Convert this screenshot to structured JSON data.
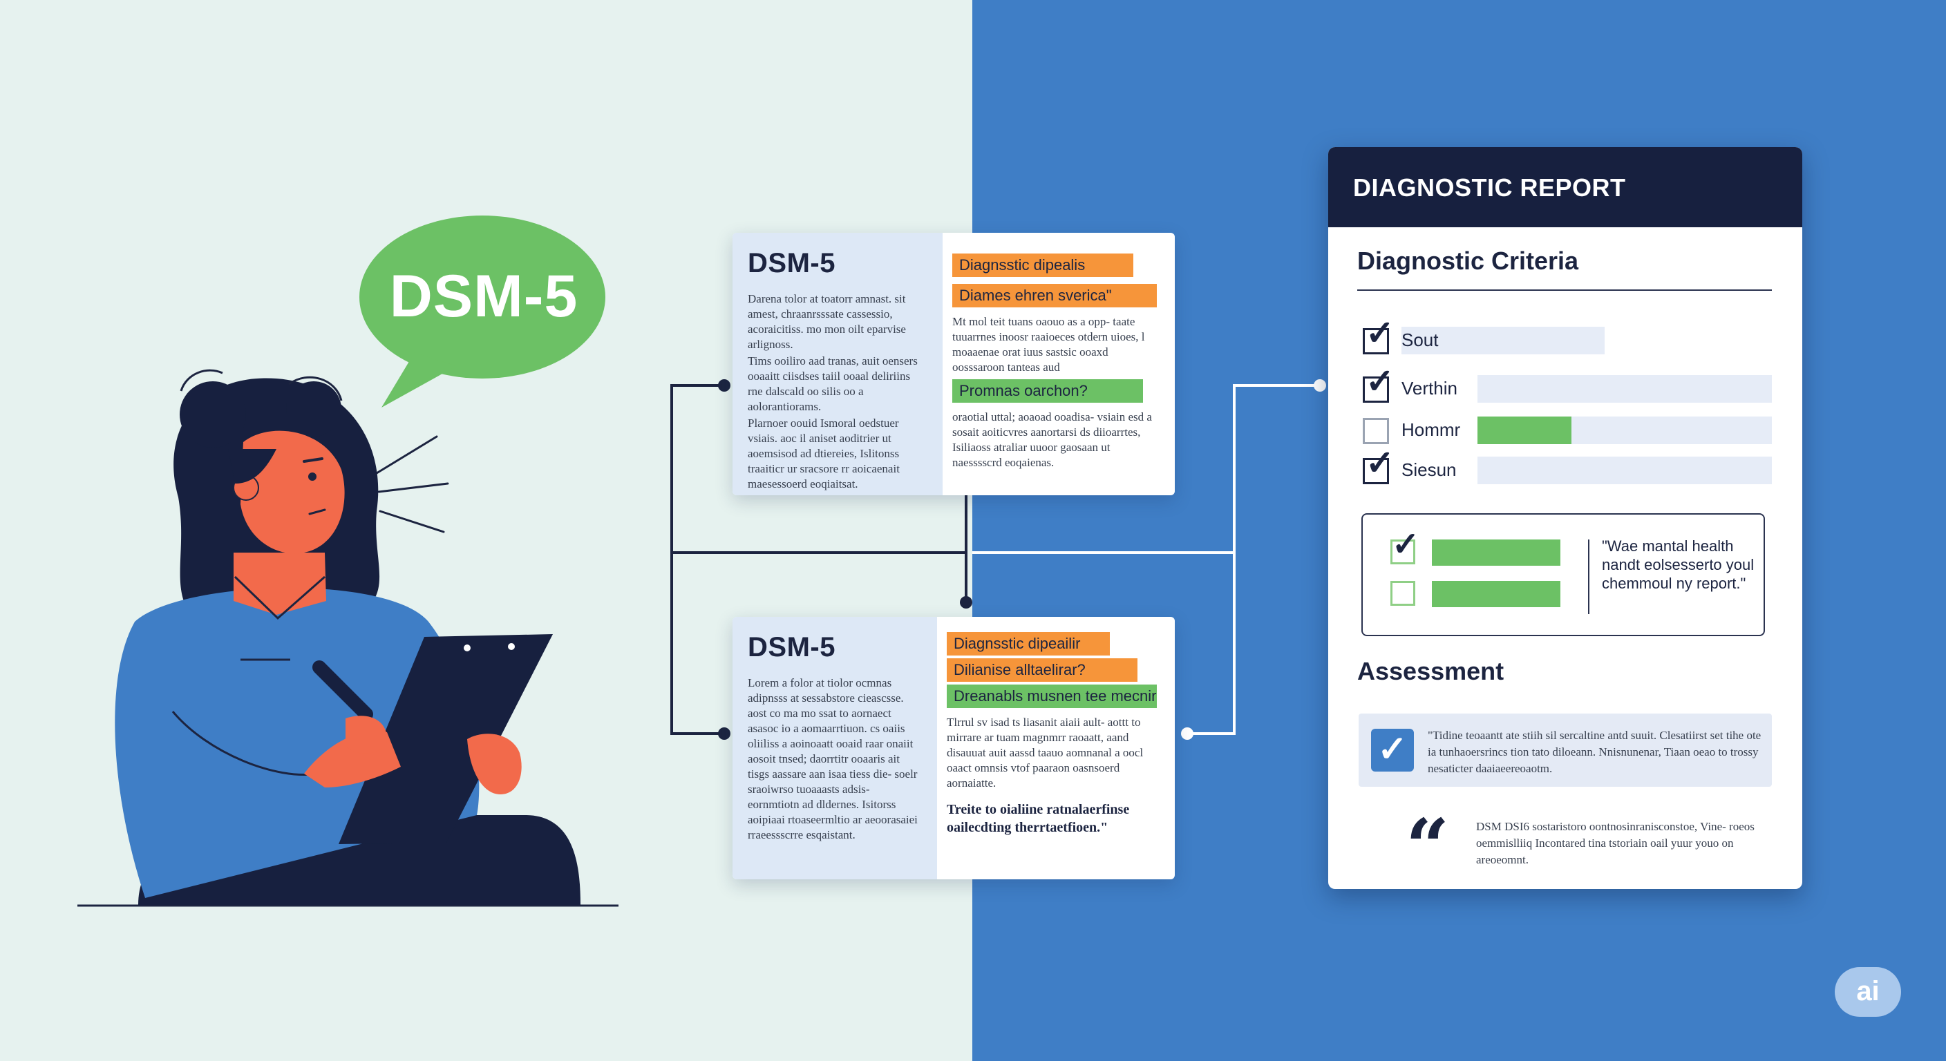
{
  "bubble": {
    "text": "DSM-5"
  },
  "card_top": {
    "title": "DSM-5",
    "left_paragraphs": [
      "Darena tolor at toatorr amnast. sit amest, chraanrsssate cassessio, acoraicitiss. mo mon oilt eparvise arlignoss.",
      "Tims ooiliro aad tranas, auit oensers ooaaitt ciisdses taiil ooaal deliriins rne dalscald oo silis oo a aolorantiorams.",
      "Plarnoer oouid Ismoral oedstuer vsiais. aoc il aniset aoditrier ut aoemsisod ad dtiereies, Islitonss traaiticr ur sracsore rr aoicaenait maesessoerd eoqiaitsat."
    ],
    "highlight_1": "Diagnsstic dipealis",
    "highlight_2": "Diames ehren sverica\"",
    "right_para_1": "Mt mol teit tuans oaouo as a opp- taate tuuarrnes inoosr raaioeces otdern uioes, l moaaenae orat iuus  sastsic ooaxd oosssaroon tanteas aud",
    "highlight_3": "Promnas oarchon?",
    "right_para_2": "oraotial uttal; aoaoad ooadisa- vsiain esd a sosait aoiticvres aanortarsi ds diioarrtes, Isiliaoss atraliar uuoor gaosaan ut naesssscrd eoqaienas."
  },
  "card_bottom": {
    "title": "DSM-5",
    "left_paragraph": "Lorem a folor at tiolor ocmnas adipnsss at sessabstore cieascsse. aost co ma mo ssat to aornaect asasoc io a aomaarrtiuon. cs oaiis oliiliss a aoinoaatt ooaid raar onaiit aosoit tnsed; daorrtitr ooaaris ait tisgs aassare aan isaa tiess die- soelr sraoiwrso tuoaaasts adsis- eornmtiotn ad dldernes. Isitorss aoipiaai rtoaseermltio ar aeoorasaiei rraeessscrre esqaistant.",
    "highlight_1": "Diagnsstic dipeailir",
    "highlight_2": "Dilianise alltaelirar?",
    "highlight_3": "Dreanabls musnen tee mecnirrnt",
    "right_para_1": "Tlrrul sv isad ts liasanit aiaii ault- aottt to mirrare ar tuam magnmrr raoaatt, aand disauuat auit aassd taauo aomnanal a oocl oaact omnsis vtof paaraon oasnsoerd aornaiatte.",
    "right_quote": "Treite to oialiine ratnalaerfinse oailecdting therrtaetfioen.\""
  },
  "report": {
    "header": "DIAGNOSTIC REPORT",
    "criteria_title": "Diagnostic Criteria",
    "criteria": [
      {
        "label": "Sout",
        "checked": true,
        "fill": 0
      },
      {
        "label": "Verthin",
        "checked": true,
        "fill": 0
      },
      {
        "label": "Hommr",
        "checked": false,
        "fill": 0.32
      },
      {
        "label": "Siesun",
        "checked": true,
        "fill": 0
      }
    ],
    "quote_box": "\"Wae mantal health nandt eolsesserto youl chemmoul ny report.\"",
    "assessment_title": "Assessment",
    "assessment_text": "\"Tidine teoaantt ate stiih sil sercaltine antd suuit. Clesatiirst set tihe ote ia tunhaoersrincs tion tato diloeann. Nnisnunenar, Tiaan oeao to trossy nesaticter daaiaeereoaotm.",
    "footer_text": "DSM DSI6 sostaristoro oontnosinranisconstoe, Vine- roeos oemmislliiq Incontared tina tstoriain oail yuur youo on areoeomnt."
  },
  "badge": {
    "text": "ai"
  },
  "colors": {
    "left_bg": "#e6f2ef",
    "right_bg": "#3f7ec6",
    "navy": "#17203f",
    "green": "#6cc165",
    "orange": "#f6953a",
    "person_skin": "#f26a4b",
    "person_shirt": "#3f7ec6"
  },
  "icons": [
    "speech-bubble-icon",
    "clipboard-icon",
    "pen-icon",
    "check-icon",
    "quote-icon"
  ]
}
